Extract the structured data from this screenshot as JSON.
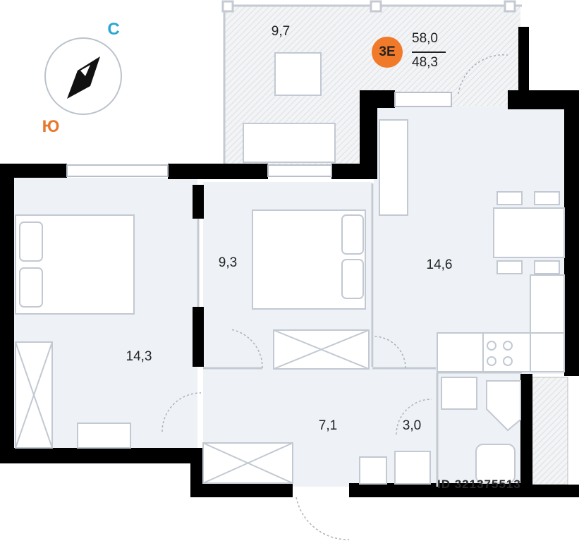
{
  "compass": {
    "north_label": "С",
    "south_label": "Ю",
    "north_color": "#2aa6d6",
    "south_color": "#e8772e"
  },
  "apartment": {
    "type_badge": "3Е",
    "total_area": "58,0",
    "living_area": "48,3",
    "badge_color": "#f07a2a"
  },
  "rooms": {
    "balcony": "9,7",
    "bedroom_small": "9,3",
    "bedroom_large": "14,3",
    "kitchen_living": "14,6",
    "hallway": "7,1",
    "bathroom": "3,0"
  },
  "watermark": "ID 321375513",
  "colors": {
    "wall": "#000000",
    "floor": "#eef2f7",
    "furniture": "#c9d0d9"
  }
}
